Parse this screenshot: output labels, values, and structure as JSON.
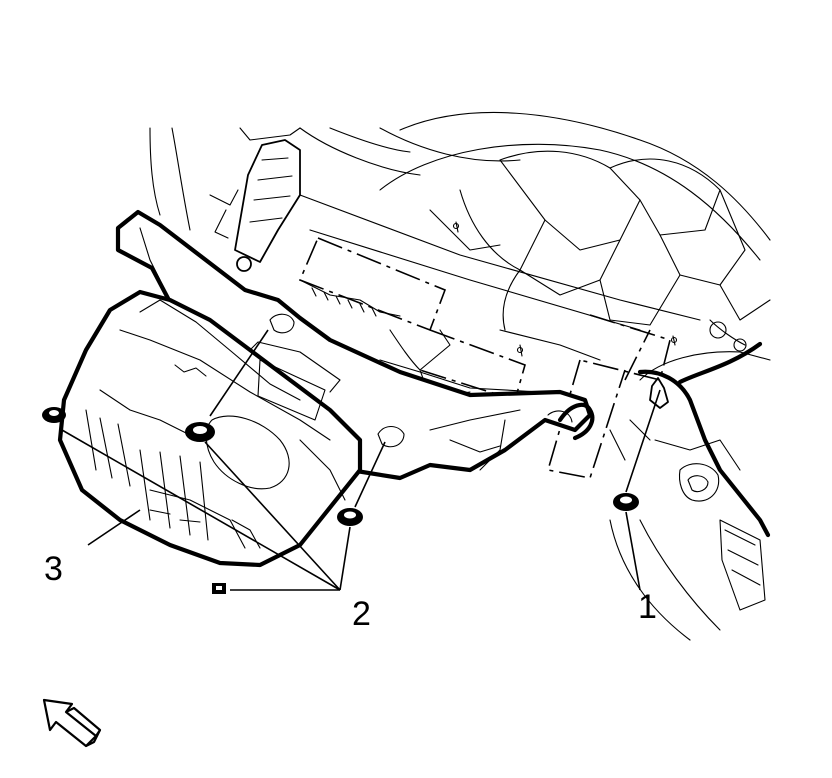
{
  "callouts": {
    "nut_1": "1",
    "fasteners_2": "2",
    "shield_3": "3"
  },
  "icons": {
    "direction": "front-direction-arrow-icon"
  }
}
